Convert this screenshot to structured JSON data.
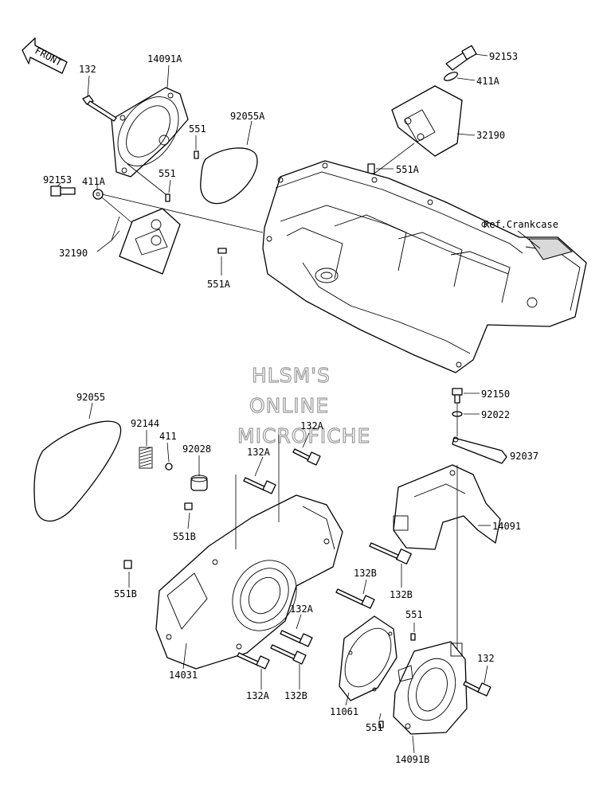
{
  "front_badge": "FRONT",
  "watermark": [
    "HLSM'S",
    "ONLINE",
    "MICROFICHE"
  ],
  "ref_label": "Ref.Crankcase",
  "labels": {
    "p132_top": "132",
    "p14091A": "14091A",
    "p92153_top": "92153",
    "p411A_top": "411A",
    "p32190_right": "32190",
    "p92055A": "92055A",
    "p551_a": "551",
    "p551_b": "551",
    "p551A_right": "551A",
    "p92153_left": "92153",
    "p411A_left": "411A",
    "p32190_left": "32190",
    "p551A_left": "551A",
    "p92055": "92055",
    "p92144": "92144",
    "p411": "411",
    "p92028": "92028",
    "p132A_top": "132A",
    "p132A_mid": "132A",
    "p551B_a": "551B",
    "p551B_b": "551B",
    "p92150": "92150",
    "p92022": "92022",
    "p92037": "92037",
    "p14091": "14091",
    "p132B_a": "132B",
    "p132B_b": "132B",
    "p132A_low": "132A",
    "p551_c": "551",
    "p132_right": "132",
    "p14031": "14031",
    "p132A_bot": "132A",
    "p132B_bot": "132B",
    "p11061": "11061",
    "p551_d": "551",
    "p14091B": "14091B"
  }
}
